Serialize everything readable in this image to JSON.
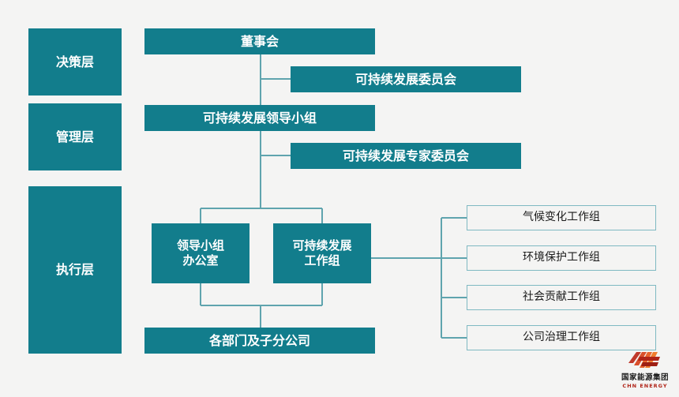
{
  "theme": {
    "background": "#f4f4f3",
    "solid_fill": "#127d8c",
    "solid_text": "#ffffff",
    "outline_border": "#7fb9c2",
    "outline_text": "#1a1a1a",
    "connector": "#5fa4ae",
    "logo_red": "#b02418"
  },
  "layers": [
    {
      "label": "决策层"
    },
    {
      "label": "管理层"
    },
    {
      "label": "执行层"
    }
  ],
  "nodes": {
    "board": "董事会",
    "committee": "可持续发展委员会",
    "leading_group": "可持续发展领导小组",
    "expert_committee": "可持续发展专家委员会",
    "office_line1": "领导小组",
    "office_line2": "办公室",
    "workteam_line1": "可持续发展",
    "workteam_line2": "工作组",
    "departments": "各部门及子分公司"
  },
  "working_groups": [
    {
      "label": "气候变化工作组"
    },
    {
      "label": "环境保护工作组"
    },
    {
      "label": "社会贡献工作组"
    },
    {
      "label": "公司治理工作组"
    }
  ],
  "logo": {
    "icon": "chn-energy-emblem-icon",
    "name_cn": "国家能源集团",
    "name_en": "CHN ENERGY"
  }
}
